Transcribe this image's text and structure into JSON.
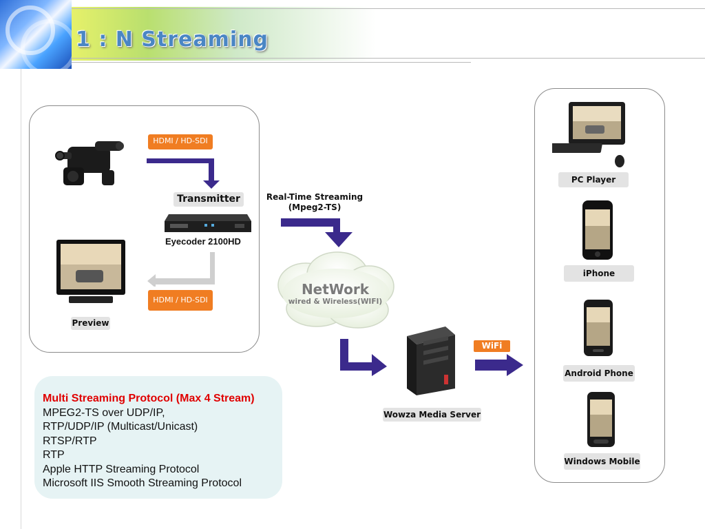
{
  "title": "1 : N Streaming",
  "source_panel": {
    "input_top_label": "HDMI / HD-SDI",
    "transmitter_label": "Transmitter",
    "device_label": "Eyecoder 2100HD",
    "output_label": "HDMI / HD-SDI",
    "preview_label": "Preview"
  },
  "stream_label": {
    "line1": "Real-Time Streaming",
    "line2": "(Mpeg2-TS)"
  },
  "network": {
    "title": "NetWork",
    "subtitle": "wired & Wireless(WIFI)"
  },
  "server_label": "Wowza Media Server",
  "wifi_label": "WiFi",
  "clients": [
    "PC Player",
    "iPhone",
    "Android Phone",
    "Windows Mobile"
  ],
  "protocols": {
    "heading": "Multi Streaming Protocol (Max 4 Stream)",
    "items": [
      "MPEG2-TS over UDP/IP,",
      "RTP/UDP/IP (Multicast/Unicast)",
      "RTSP/RTP",
      "RTP",
      "Apple HTTP Streaming Protocol",
      "Microsoft IIS Smooth Streaming Protocol"
    ]
  },
  "colors": {
    "title": "#4a86c4",
    "arrow": "#3b2a8c",
    "orange_tag": "#f07d22",
    "protocol_heading": "#e00000",
    "protocol_box": "#e6f3f4"
  }
}
